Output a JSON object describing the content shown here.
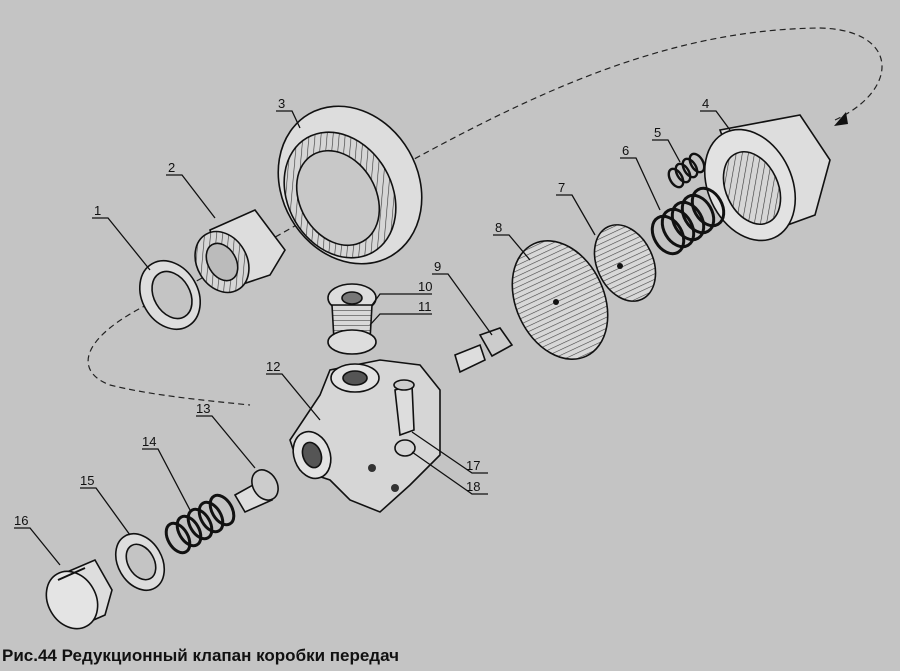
{
  "caption": "Рис.44 Редукционный клапан коробки передач",
  "labels": [
    "1",
    "2",
    "3",
    "4",
    "5",
    "6",
    "7",
    "8",
    "9",
    "10",
    "11",
    "12",
    "13",
    "14",
    "15",
    "16",
    "17",
    "18"
  ],
  "colors": {
    "background": "#c4c4c4",
    "ink": "#111111",
    "part_fill": "#dcdcdc"
  }
}
